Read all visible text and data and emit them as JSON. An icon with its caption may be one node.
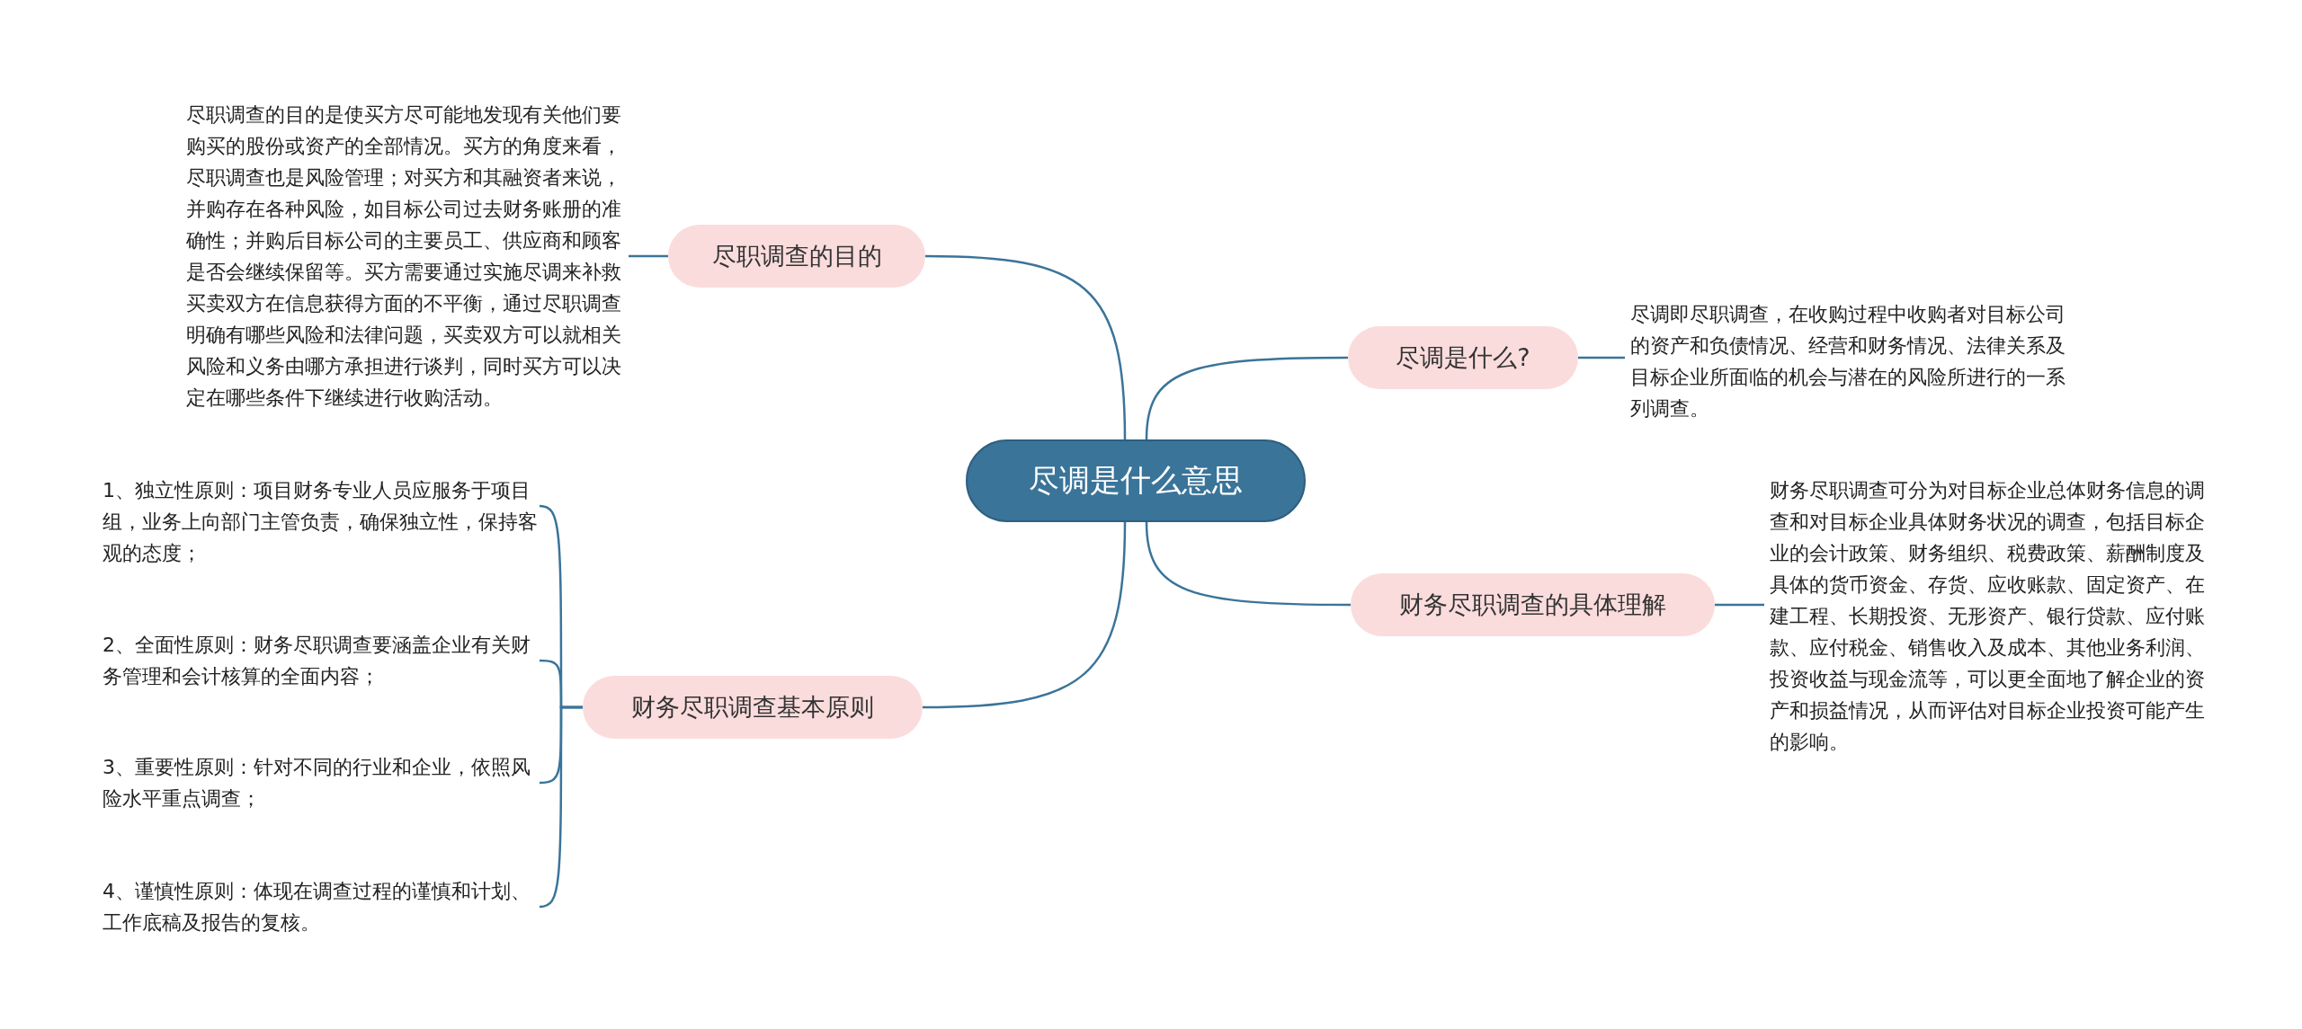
{
  "diagram": {
    "nodes": [
      {
        "text": [
          "尽调是什么意思"
        ]
      },
      {
        "text": [
          "尽职调查的目的"
        ]
      },
      {
        "text": [
          "尽职调查的目的是使买方尽可能地发现有关他们要购买的股份或资产的全部情况。买方的角度来看，尽职调查也是风险管理；对买方和其融资者来说，并购存在各种风险，如目标公司过去财务账册的准确性；并购后目标公司的主要员工、供应商和顾客是否会继续保留等。买方需要通过实施尽调来补救买卖双方在信息获得方面的不平衡，通过尽职调查明确有哪些风险和法律问题，买卖双方可以就相关风险和义务由哪方承担进行谈判，同时买方可以决定在哪些条件下继续进行收购活动。"
        ]
      },
      {
        "text": [
          "尽调是什么?"
        ]
      },
      {
        "text": [
          "尽调即尽职调查，在收购过程中收购者对目标公司的资产和负债情况、经营和财务情况、法律关系及目标企业所面临的机会与潜在的风险所进行的一系列调查。"
        ]
      },
      {
        "text": [
          "财务尽职调查的具体理解"
        ]
      },
      {
        "text": [
          "财务尽职调查可分为对目标企业总体财务信息的调查和对目标企业具体财务状况的调查，包括目标企业的会计政策、财务组织、税费政策、薪酬制度及具体的货币资金、存货、应收账款、固定资产、在建工程、长期投资、无形资产、银行贷款、应付账款、应付税金、销售收入及成本、其他业务利润、投资收益与现金流等，可以更全面地了解企业的资产和损益情况，从而评估对目标企业投资可能产生的影响。"
        ]
      },
      {
        "text": [
          "财务尽职调查基本原则"
        ]
      },
      {
        "text": [
          "1、独立性原则：项目财务专业人员应服务于项目组，业务上向部门主管负责，确保独立性，保持客观的态度；"
        ]
      },
      {
        "text": [
          "2、全面性原则：财务尽职调查要涵盖企业有关财务管理和会计核算的全面内容；"
        ]
      },
      {
        "text": [
          "3、重要性原则：针对不同的行业和企业，依照风险水平重点调查；"
        ]
      },
      {
        "text": [
          "4、谨慎性原则：体现在调查过程的谨慎和计划、工作底稿及报告的复核。"
        ]
      }
    ],
    "edges": [
      {
        "from": 0,
        "to": 1,
        "arrow": "none"
      },
      {
        "from": 1,
        "to": 2,
        "arrow": "none"
      },
      {
        "from": 0,
        "to": 3,
        "arrow": "none"
      },
      {
        "from": 3,
        "to": 4,
        "arrow": "none"
      },
      {
        "from": 0,
        "to": 5,
        "arrow": "none"
      },
      {
        "from": 5,
        "to": 6,
        "arrow": "none"
      },
      {
        "from": 0,
        "to": 7,
        "arrow": "none"
      },
      {
        "from": 7,
        "to": 8,
        "arrow": "none"
      },
      {
        "from": 7,
        "to": 9,
        "arrow": "none"
      },
      {
        "from": 7,
        "to": 10,
        "arrow": "none"
      },
      {
        "from": 7,
        "to": 11,
        "arrow": "none"
      }
    ]
  }
}
